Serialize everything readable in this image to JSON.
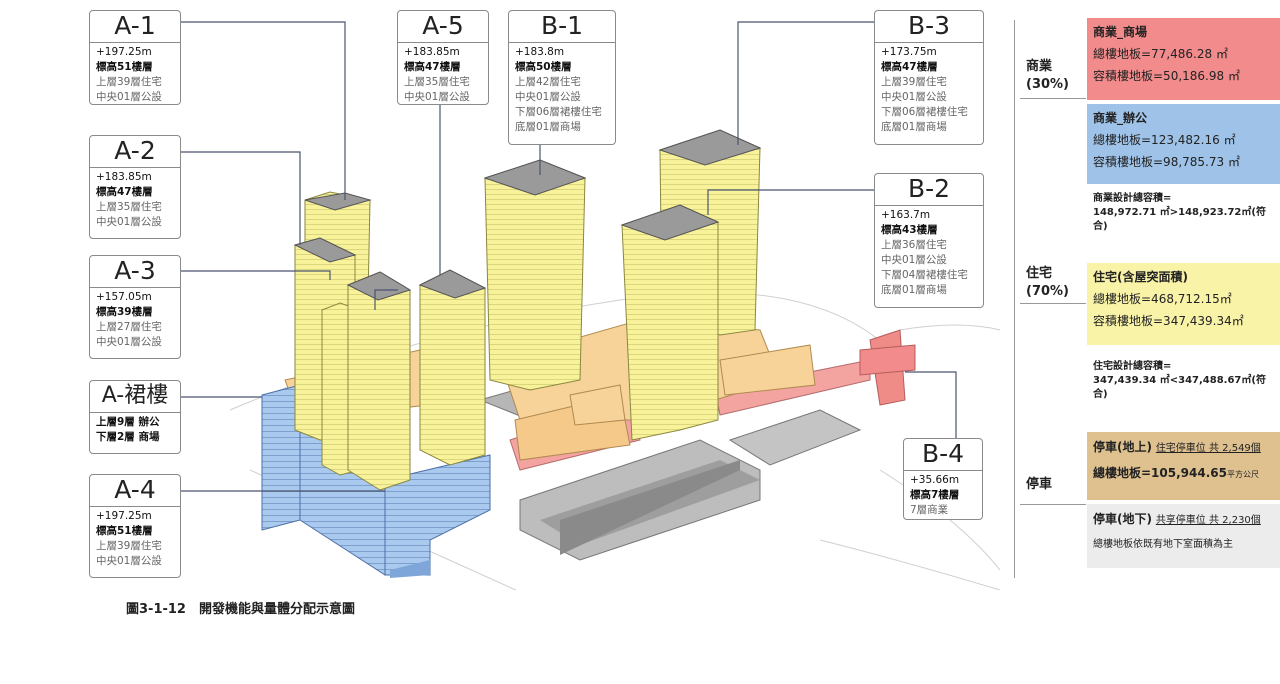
{
  "labels": {
    "a1": {
      "id": "A-1",
      "height": "+197.25m",
      "floors": "標高51樓層",
      "upper": "上層39層住宅",
      "middle": "中央01層公設"
    },
    "a2": {
      "id": "A-2",
      "height": "+183.85m",
      "floors": "標高47樓層",
      "upper": "上層35層住宅",
      "middle": "中央01層公設"
    },
    "a3": {
      "id": "A-3",
      "height": "+157.05m",
      "floors": "標高39樓層",
      "upper": "上層27層住宅",
      "middle": "中央01層公設"
    },
    "podium": {
      "id": "A-裙樓",
      "upper": "上層9層 辦公",
      "lower": "下層2層 商場"
    },
    "a4": {
      "id": "A-4",
      "height": "+197.25m",
      "floors": "標高51樓層",
      "upper": "上層39層住宅",
      "middle": "中央01層公設"
    },
    "a5": {
      "id": "A-5",
      "height": "+183.85m",
      "floors": "標高47樓層",
      "upper": "上層35層住宅",
      "middle": "中央01層公設"
    },
    "b1": {
      "id": "B-1",
      "height": "+183.8m",
      "floors": "標高50樓層",
      "upper": "上層42層住宅",
      "middle": "中央01層公設",
      "podium": "下層06層裙樓住宅",
      "base": "底層01層商場"
    },
    "b3": {
      "id": "B-3",
      "height": "+173.75m",
      "floors": "標高47樓層",
      "upper": "上層39層住宅",
      "middle": "中央01層公設",
      "podium": "下層06層裙樓住宅",
      "base": "底層01層商場"
    },
    "b2": {
      "id": "B-2",
      "height": "+163.7m",
      "floors": "標高43樓層",
      "upper": "上層36層住宅",
      "middle": "中央01層公設",
      "podium": "下層04層裙樓住宅",
      "base": "底層01層商場"
    },
    "b4": {
      "id": "B-4",
      "height": "+35.66m",
      "floors": "標高7樓層",
      "upper": "7層商業"
    }
  },
  "categories": {
    "commercial": "商業\n(30%)",
    "residential": "住宅\n(70%)",
    "parking": "停車"
  },
  "panels": {
    "mall": {
      "title": "商業_商場",
      "total": "總樓地板=77,486.28 ㎡",
      "far": "容積樓地板=50,186.98 ㎡",
      "color": "#f28b8b"
    },
    "office": {
      "title": "商業_辦公",
      "total": "總樓地板=123,482.16 ㎡",
      "far": "容積樓地板=98,785.73 ㎡",
      "color": "#9fc3e8"
    },
    "commercial_note_1": "商業設計總容積=",
    "commercial_note_2": "148,972.71 ㎡>148,923.72㎡(符合)",
    "residential": {
      "title": "住宅(含屋突面積)",
      "total": "總樓地板=468,712.15㎡",
      "far": "容積樓地板=347,439.34㎡",
      "color": "#f9f3a8"
    },
    "residential_note_1": "住宅設計總容積=",
    "residential_note_2": "347,439.34 ㎡<347,488.67㎡(符合)",
    "parking_above": {
      "title": "停車(地上)",
      "sub": "住宅停車位 共 2,549個",
      "total": "總樓地板=105,944.65",
      "unit": "平方公尺",
      "color": "#dfc190"
    },
    "parking_below": {
      "title": "停車(地下)",
      "sub": "共享停車位 共 2,230個",
      "note": "總樓地板依既有地下室面積為主",
      "color": "#ececec"
    }
  },
  "caption": "圖3-1-12　開發機能與量體分配示意圖"
}
